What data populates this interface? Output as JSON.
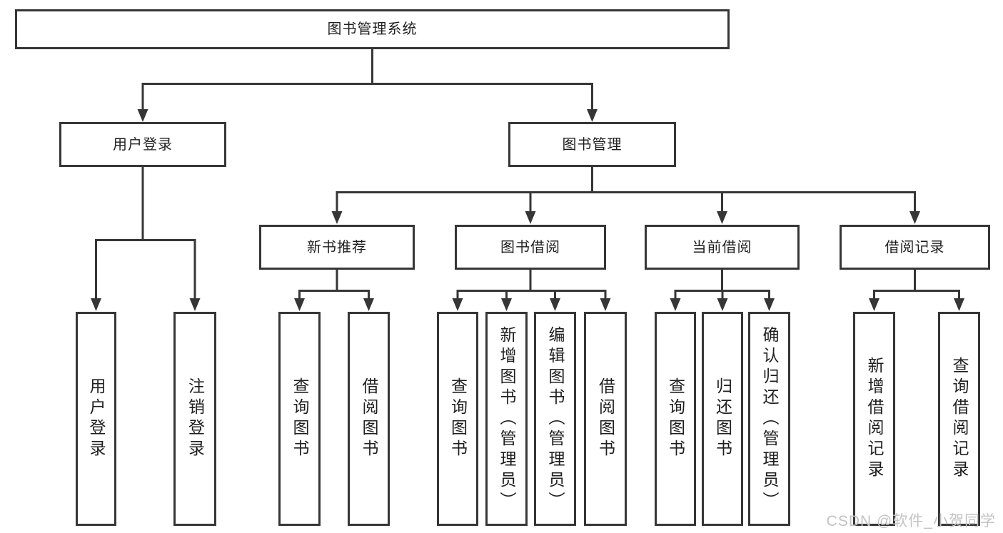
{
  "colors": {
    "line": "#363636",
    "box_border": "#363636",
    "text": "#1f1f1f",
    "watermark": "#c3c3c3",
    "background": "#ffffff"
  },
  "diagram": {
    "root": {
      "label": "图书管理系统"
    },
    "level2": [
      {
        "label": "用户登录"
      },
      {
        "label": "图书管理"
      }
    ],
    "level3": [
      {
        "label": "新书推荐"
      },
      {
        "label": "图书借阅"
      },
      {
        "label": "当前借阅"
      },
      {
        "label": "借阅记录"
      }
    ],
    "leaves": [
      {
        "label": "用户登录"
      },
      {
        "label": "注销登录"
      },
      {
        "label": "查询图书"
      },
      {
        "label": "借阅图书"
      },
      {
        "label": "查询图书"
      },
      {
        "label": "新增图书（管理员）"
      },
      {
        "label": "编辑图书（管理员）"
      },
      {
        "label": "借阅图书"
      },
      {
        "label": "查询图书"
      },
      {
        "label": "归还图书"
      },
      {
        "label": "确认归还（管理员）"
      },
      {
        "label": "新增借阅记录"
      },
      {
        "label": "查询借阅记录"
      }
    ],
    "watermark": "CSDN @软件_小贺同学"
  }
}
